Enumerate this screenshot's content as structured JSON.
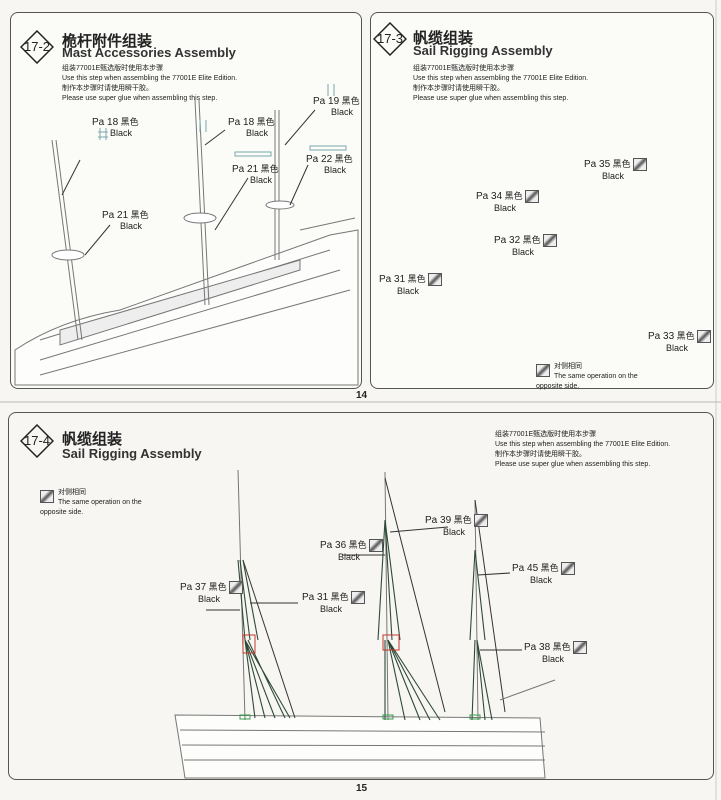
{
  "pages": [
    {
      "number": "14"
    },
    {
      "number": "15"
    }
  ],
  "steps": [
    {
      "id": "17-2",
      "title_cn": "桅杆附件组装",
      "title_en": "Mast Accessories Assembly",
      "notes": [
        "组装77001E甄选版时使用本步骤",
        "Use this step when assembling the 77001E Elite Edition.",
        "制作本步骤时请使用瞬干胶。",
        "Please use super glue when assembling this step."
      ],
      "parts": [
        {
          "part": "Pa 18",
          "color_cn": "黑色",
          "color_en": "Black"
        },
        {
          "part": "Pa 18",
          "color_cn": "黑色",
          "color_en": "Black"
        },
        {
          "part": "Pa 19",
          "color_cn": "黑色",
          "color_en": "Black"
        },
        {
          "part": "Pa 21",
          "color_cn": "黑色",
          "color_en": "Black"
        },
        {
          "part": "Pa 22",
          "color_cn": "黑色",
          "color_en": "Black"
        },
        {
          "part": "Pa 21",
          "color_cn": "黑色",
          "color_en": "Black"
        }
      ]
    },
    {
      "id": "17-3",
      "title_cn": "帆缆组装",
      "title_en": "Sail Rigging Assembly",
      "notes": [
        "组装77001E甄选版时使用本步骤",
        "Use this step when assembling the 77001E Elite Edition.",
        "制作本步骤时请使用瞬干胶。",
        "Please use super glue when assembling this step."
      ],
      "parts": [
        {
          "part": "Pa 35",
          "color_cn": "黑色",
          "color_en": "Black"
        },
        {
          "part": "Pa 34",
          "color_cn": "黑色",
          "color_en": "Black"
        },
        {
          "part": "Pa 32",
          "color_cn": "黑色",
          "color_en": "Black"
        },
        {
          "part": "Pa 31",
          "color_cn": "黑色",
          "color_en": "Black"
        },
        {
          "part": "Pa 33",
          "color_cn": "黑色",
          "color_en": "Black"
        }
      ],
      "opposite": {
        "cn": "对侧相同",
        "en": "The same operation on the opposite side."
      }
    },
    {
      "id": "17-4",
      "title_cn": "帆缆组装",
      "title_en": "Sail Rigging Assembly",
      "notes": [
        "组装77001E甄选版时使用本步骤",
        "Use this step when assembling the 77001E Elite Edition.",
        "制作本步骤时请使用瞬干胶。",
        "Please use super glue when assembling this step."
      ],
      "parts": [
        {
          "part": "Pa 39",
          "color_cn": "黑色",
          "color_en": "Black"
        },
        {
          "part": "Pa 36",
          "color_cn": "黑色",
          "color_en": "Black"
        },
        {
          "part": "Pa 45",
          "color_cn": "黑色",
          "color_en": "Black"
        },
        {
          "part": "Pa 37",
          "color_cn": "黑色",
          "color_en": "Black"
        },
        {
          "part": "Pa 31",
          "color_cn": "黑色",
          "color_en": "Black"
        },
        {
          "part": "Pa 38",
          "color_cn": "黑色",
          "color_en": "Black"
        }
      ],
      "opposite": {
        "cn": "对侧相同",
        "en": "The same operation on the opposite side."
      }
    }
  ],
  "colors": {
    "rigging": "#2f4a38",
    "highlight": "#c0392b",
    "accent": "#3a9a4a"
  }
}
